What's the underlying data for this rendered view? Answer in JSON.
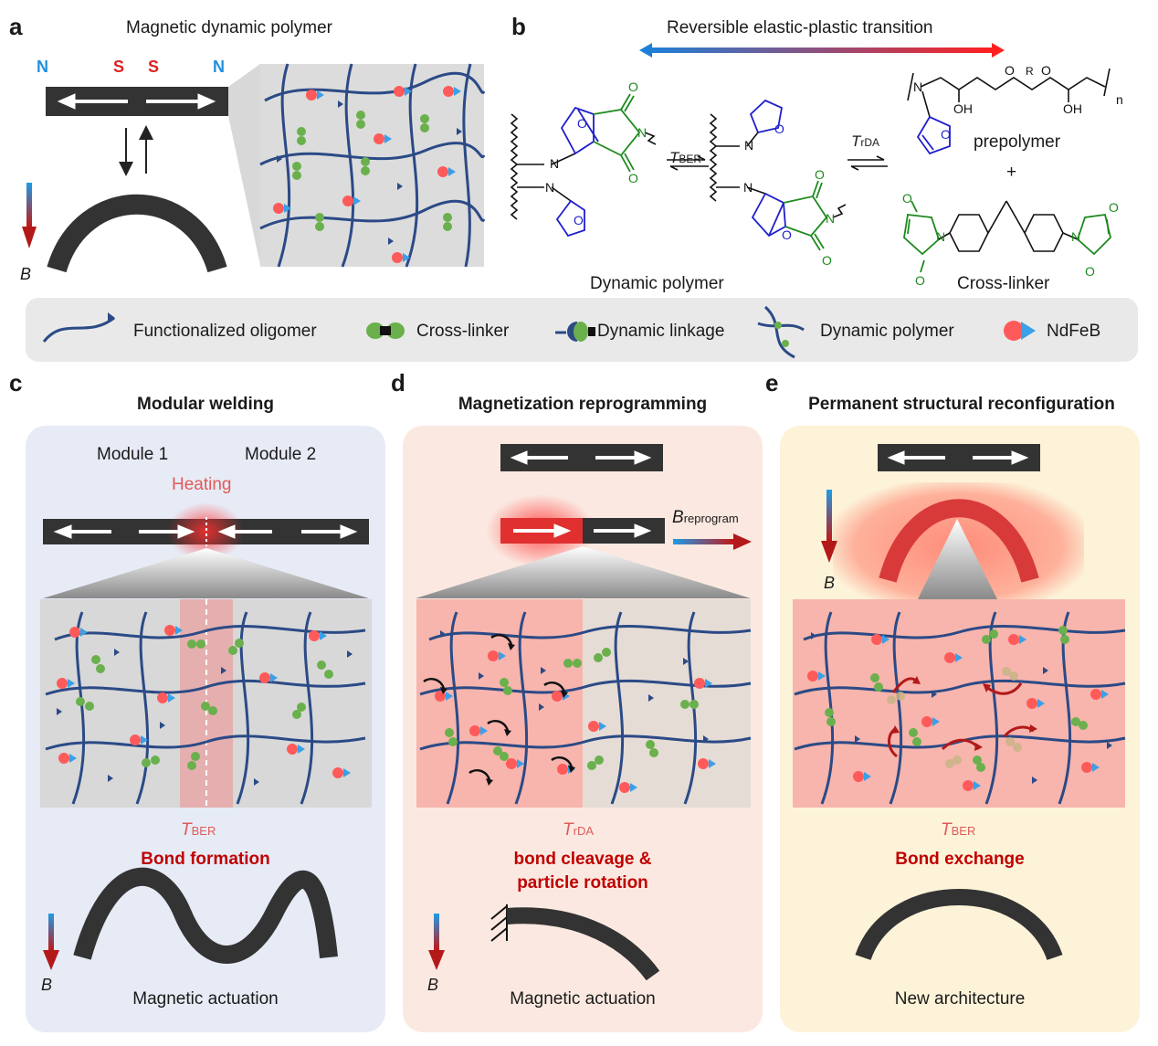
{
  "panel_a": {
    "label": "a",
    "title": "Magnetic dynamic polymer",
    "poles": [
      "N",
      "S",
      "S",
      "N"
    ],
    "field_symbol": "B"
  },
  "panel_b": {
    "label": "b",
    "transition_label": "Reversible elastic-plastic transition",
    "eq1_main": "T",
    "eq1_sub": "BER",
    "eq2_main": "T",
    "eq2_sub": "rDA",
    "dynamic_polymer_label": "Dynamic polymer",
    "prepolymer_label": "prepolymer",
    "plus": "+",
    "crosslinker_label": "Cross-linker",
    "atoms": {
      "N": "N",
      "O": "O",
      "OH": "OH",
      "R": "R",
      "n": "n"
    }
  },
  "legend": {
    "items": [
      "Functionalized oligomer",
      "Cross-linker",
      "Dynamic linkage",
      "Dynamic polymer",
      "NdFeB"
    ]
  },
  "panel_c": {
    "label": "c",
    "title": "Modular welding",
    "module1": "Module 1",
    "module2": "Module 2",
    "heating": "Heating",
    "temp_main": "T",
    "temp_sub": "BER",
    "process": "Bond formation",
    "field_symbol": "B",
    "caption": "Magnetic actuation"
  },
  "panel_d": {
    "label": "d",
    "title": "Magnetization reprogramming",
    "breprogram_main": "B",
    "breprogram_sub": "reprogram",
    "temp_main": "T",
    "temp_sub": "rDA",
    "process_line1": "bond cleavage &",
    "process_line2": "particle rotation",
    "field_symbol": "B",
    "caption": "Magnetic actuation"
  },
  "panel_e": {
    "label": "e",
    "title": "Permanent structural reconfiguration",
    "field_symbol": "B",
    "temp_main": "T",
    "temp_sub": "BER",
    "process": "Bond exchange",
    "caption": "New architecture"
  },
  "colors": {
    "navy": "#2b4a86",
    "green": "#6ab04c",
    "green_dark": "#1e8a1e",
    "blue_chem": "#1f1fcc",
    "particle_red": "#ff5a5a",
    "particle_blue": "#3aa0e8",
    "bar": "#333333",
    "panel_c_bg": "#e7ebf6",
    "panel_d_bg": "#fbe9e1",
    "panel_e_bg": "#fdf3d9",
    "legend_bg": "#e9e9e9"
  }
}
